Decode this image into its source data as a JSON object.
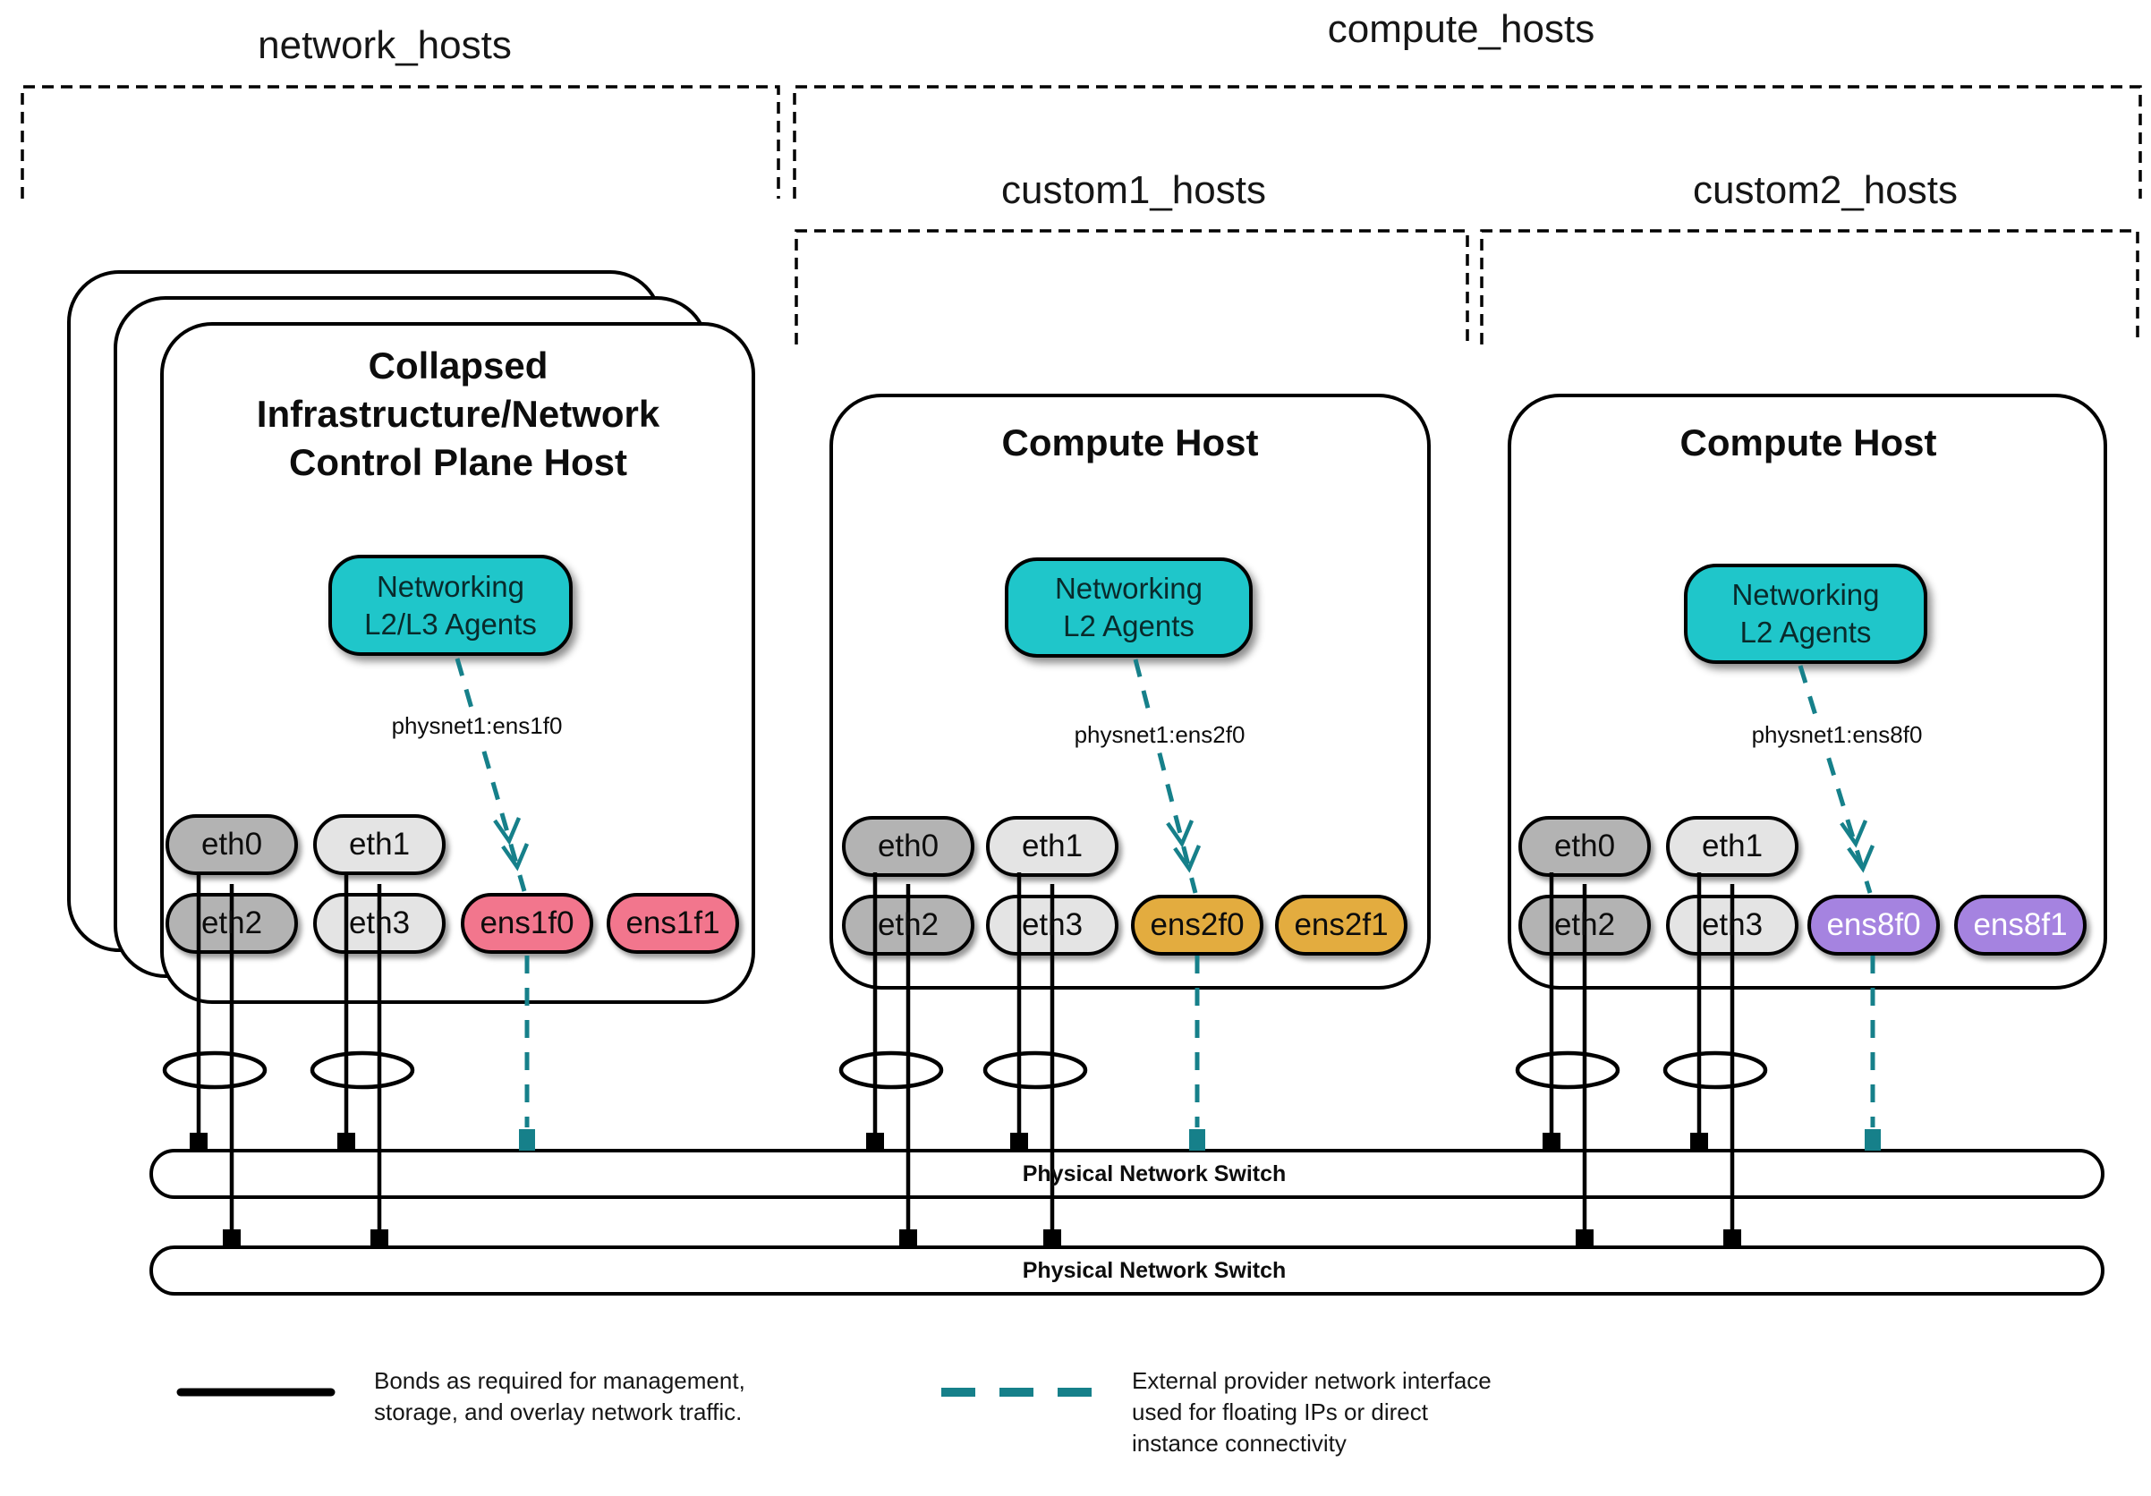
{
  "groups": {
    "network_hosts": "network_hosts",
    "compute_hosts": "compute_hosts",
    "custom1_hosts": "custom1_hosts",
    "custom2_hosts": "custom2_hosts"
  },
  "hosts": [
    {
      "title_lines": [
        "Collapsed",
        "Infrastructure/Network",
        "Control Plane Host"
      ],
      "agent_lines": [
        "Networking",
        "L2/L3 Agents"
      ],
      "physnet_label": "physnet1:ens1f0",
      "nics": [
        "eth0",
        "eth1",
        "eth2",
        "eth3",
        "ens1f0",
        "ens1f1"
      ]
    },
    {
      "title": "Compute Host",
      "agent_lines": [
        "Networking",
        "L2 Agents"
      ],
      "physnet_label": "physnet1:ens2f0",
      "nics": [
        "eth0",
        "eth1",
        "eth2",
        "eth3",
        "ens2f0",
        "ens2f1"
      ]
    },
    {
      "title": "Compute Host",
      "agent_lines": [
        "Networking",
        "L2 Agents"
      ],
      "physnet_label": "physnet1:ens8f0",
      "nics": [
        "eth0",
        "eth1",
        "eth2",
        "eth3",
        "ens8f0",
        "ens8f1"
      ]
    }
  ],
  "switches": [
    {
      "label": "Physical Network Switch"
    },
    {
      "label": "Physical Network Switch"
    }
  ],
  "legend": {
    "bond": {
      "lines": [
        "Bonds as required for management,",
        "storage, and overlay network traffic."
      ]
    },
    "external": {
      "lines": [
        "External provider network interface",
        "used for floating IPs or direct",
        "instance connectivity"
      ]
    }
  },
  "colors": {
    "agent_fill": "#1FC6CA",
    "provider_line": "#16808A",
    "host1_provider_nic": "#F2768D",
    "host2_provider_nic": "#E3AC3F",
    "host3_provider_nic": "#A583E0",
    "nic_dark": "#B3B3B3",
    "nic_light": "#E4E4E4"
  }
}
